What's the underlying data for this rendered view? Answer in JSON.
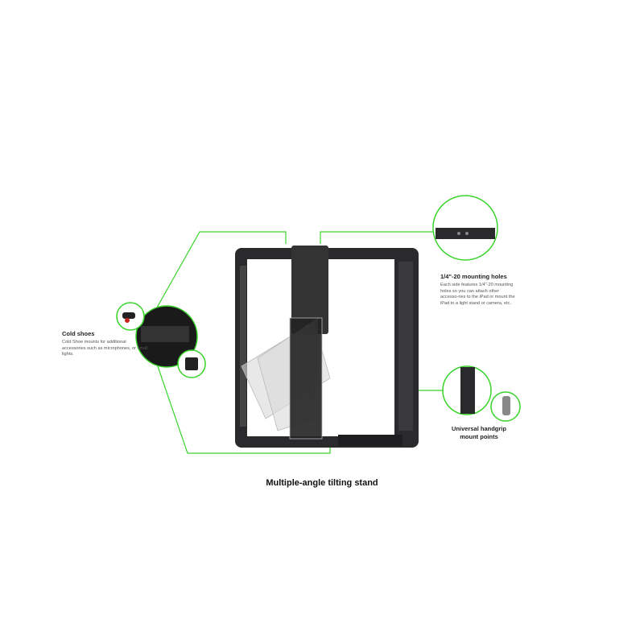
{
  "accent_color": "#3ad32b",
  "callouts": {
    "cold_shoes": {
      "title": "Cold shoes",
      "body": "Cold Shoe mounts for additional accessories such as microphones, or small lights."
    },
    "mounting_holes": {
      "title": "1/4\"-20 mounting holes",
      "body": "Each side features 1/4\"-20 mounting holes so you can attach other accesso-ries to the iPad or mount the iPad to a light stand or camera, etc."
    },
    "handgrip": {
      "title": "Universal handgrip mount points"
    }
  },
  "caption": "Multiple-angle tilting stand"
}
